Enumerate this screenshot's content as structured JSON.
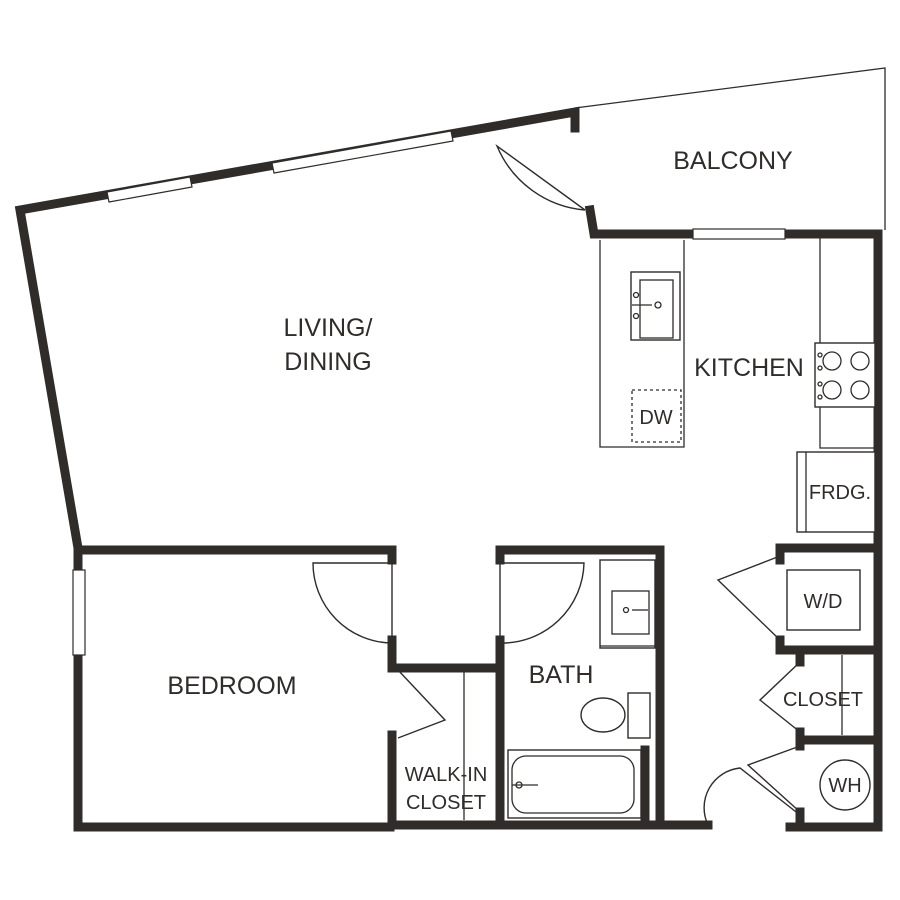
{
  "rooms": {
    "balcony": "BALCONY",
    "living_line1": "LIVING/",
    "living_line2": "DINING",
    "kitchen": "KITCHEN",
    "bedroom": "BEDROOM",
    "bath": "BATH",
    "walkin_line1": "WALK-IN",
    "walkin_line2": "CLOSET",
    "closet": "CLOSET"
  },
  "fixtures": {
    "dishwasher": "DW",
    "fridge": "FRDG.",
    "washer_dryer": "W/D",
    "water_heater": "WH"
  }
}
